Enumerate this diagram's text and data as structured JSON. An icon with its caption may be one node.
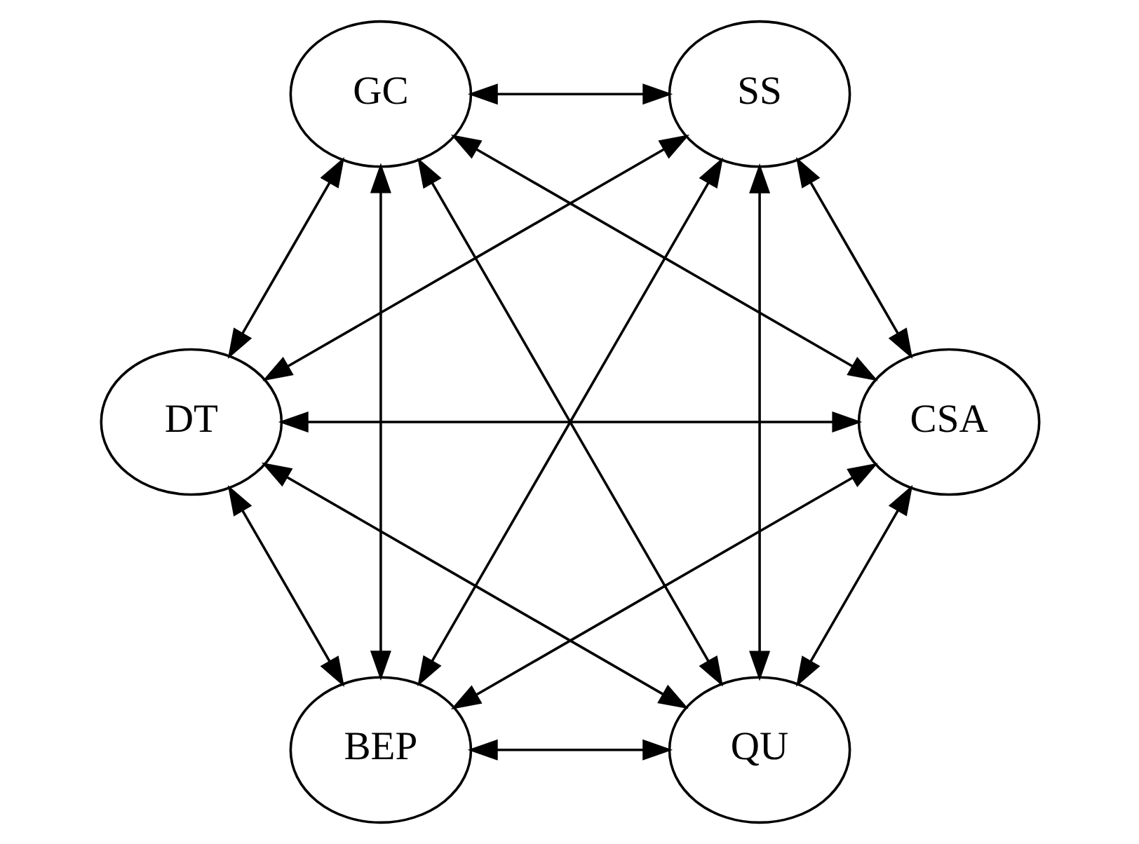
{
  "diagram": {
    "nodes": [
      {
        "text": [
          "QU"
        ]
      },
      {
        "text": [
          "CSA"
        ]
      },
      {
        "text": [
          "DT"
        ]
      },
      {
        "text": [
          "GC"
        ]
      },
      {
        "text": [
          "SS"
        ]
      },
      {
        "text": [
          "BEP"
        ]
      }
    ],
    "edges": [
      {
        "from": 0,
        "to": 1,
        "arrow": "both"
      },
      {
        "from": 0,
        "to": 2,
        "arrow": "both"
      },
      {
        "from": 0,
        "to": 3,
        "arrow": "both"
      },
      {
        "from": 0,
        "to": 5,
        "arrow": "both"
      },
      {
        "from": 0,
        "to": 4,
        "arrow": "both"
      },
      {
        "from": 1,
        "to": 2,
        "arrow": "both"
      },
      {
        "from": 1,
        "to": 3,
        "arrow": "both"
      },
      {
        "from": 1,
        "to": 5,
        "arrow": "both"
      },
      {
        "from": 1,
        "to": 4,
        "arrow": "both"
      },
      {
        "from": 2,
        "to": 4,
        "arrow": "both"
      },
      {
        "from": 2,
        "to": 3,
        "arrow": "both"
      },
      {
        "from": 2,
        "to": 5,
        "arrow": "both"
      },
      {
        "from": 3,
        "to": 4,
        "arrow": "both"
      },
      {
        "from": 3,
        "to": 5,
        "arrow": "both"
      },
      {
        "from": 4,
        "to": 5,
        "arrow": "both"
      }
    ]
  }
}
